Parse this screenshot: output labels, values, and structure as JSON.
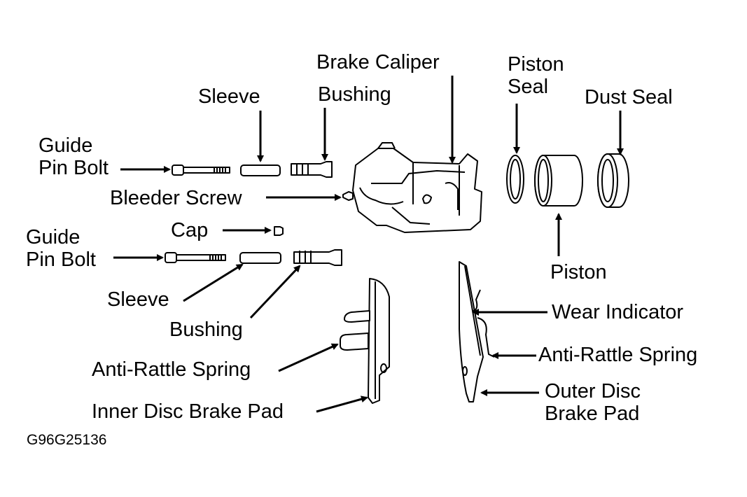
{
  "labels": {
    "brake_caliper": "Brake Caliper",
    "sleeve_top": "Sleeve",
    "bushing_top": "Bushing",
    "piston_seal_1": "Piston",
    "piston_seal_2": "Seal",
    "dust_seal": "Dust Seal",
    "guide_pin_bolt_top_1": "Guide",
    "guide_pin_bolt_top_2": "Pin Bolt",
    "bleeder_screw": "Bleeder Screw",
    "cap": "Cap",
    "guide_pin_bolt_bottom_1": "Guide",
    "guide_pin_bolt_bottom_2": "Pin Bolt",
    "sleeve_bottom": "Sleeve",
    "bushing_bottom": "Bushing",
    "piston": "Piston",
    "wear_indicator": "Wear Indicator",
    "anti_rattle_spring_right": "Anti-Rattle Spring",
    "anti_rattle_spring_left": "Anti-Rattle Spring",
    "inner_disc_brake_pad": "Inner Disc Brake Pad",
    "outer_disc_brake_pad_1": "Outer Disc",
    "outer_disc_brake_pad_2": "Brake Pad"
  },
  "figure_code": "G96G25136"
}
